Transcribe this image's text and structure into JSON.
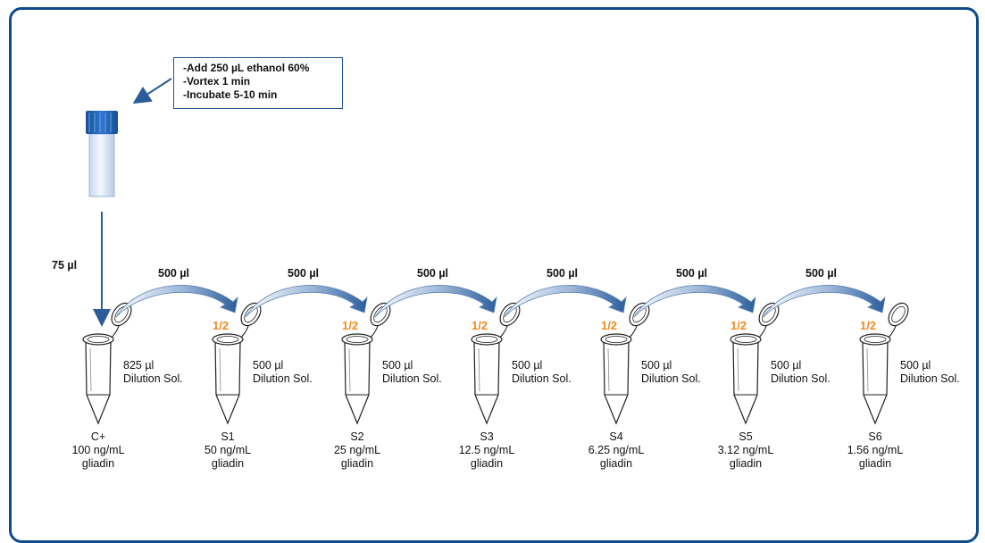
{
  "instructions": {
    "line1": "-Add 250 µL ethanol 60%",
    "line2": "-Vortex 1 min",
    "line3": "-Incubate 5-10 min"
  },
  "initial_transfer": "75 µl",
  "transfer_volume": "500 µl",
  "ratio": "1/2",
  "colors": {
    "frame": "#0f4b8a",
    "arrow": "#2a5d9a",
    "cap": "#1d5fb0",
    "ratio": "#f28a1e"
  },
  "tubes": [
    {
      "name": "C+",
      "conc": "100 ng/mL",
      "analyte": "gliadin",
      "vol": "825 µl",
      "solution": "Dilution Sol."
    },
    {
      "name": "S1",
      "conc": "50 ng/mL",
      "analyte": "gliadin",
      "vol": "500 µl",
      "solution": "Dilution Sol."
    },
    {
      "name": "S2",
      "conc": "25 ng/mL",
      "analyte": "gliadin",
      "vol": "500 µl",
      "solution": "Dilution Sol."
    },
    {
      "name": "S3",
      "conc": "12.5 ng/mL",
      "analyte": "gliadin",
      "vol": "500 µl",
      "solution": "Dilution Sol."
    },
    {
      "name": "S4",
      "conc": "6.25 ng/mL",
      "analyte": "gliadin",
      "vol": "500 µl",
      "solution": "Dilution Sol."
    },
    {
      "name": "S5",
      "conc": "3.12 ng/mL",
      "analyte": "gliadin",
      "vol": "500 µl",
      "solution": "Dilution Sol."
    },
    {
      "name": "S6",
      "conc": "1.56 ng/mL",
      "analyte": "gliadin",
      "vol": "500 µl",
      "solution": "Dilution Sol."
    }
  ]
}
